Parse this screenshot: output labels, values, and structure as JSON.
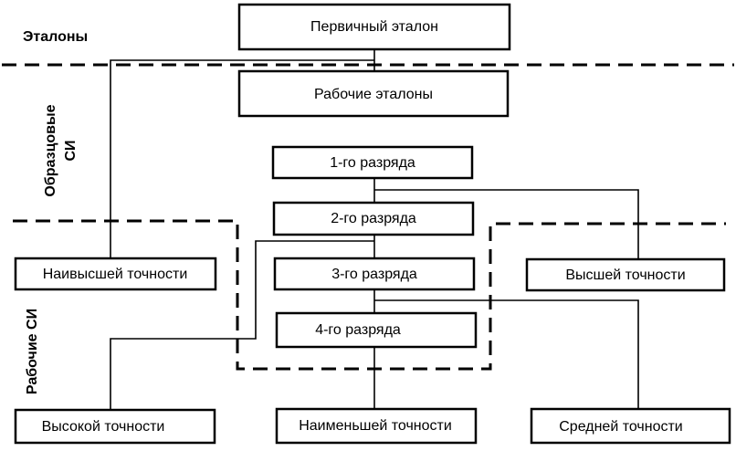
{
  "sections": {
    "etalons": "Эталоны",
    "exemplary_si_line1": "Образцовые",
    "exemplary_si_line2": "СИ",
    "working_si": "Рабочие СИ"
  },
  "nodes": {
    "primary": "Первичный эталон",
    "working_etalons": "Рабочие эталоны",
    "rank1": "1-го разряда",
    "rank2": "2-го разряда",
    "rank3": "3-го разряда",
    "rank4": "4-го разряда",
    "highest_accuracy": "Наивысшей точности",
    "high_accuracy_top": "Высшей точности",
    "high_accuracy": "Высокой точности",
    "lowest_accuracy": "Наименьшей точности",
    "medium_accuracy": "Средней точности"
  }
}
